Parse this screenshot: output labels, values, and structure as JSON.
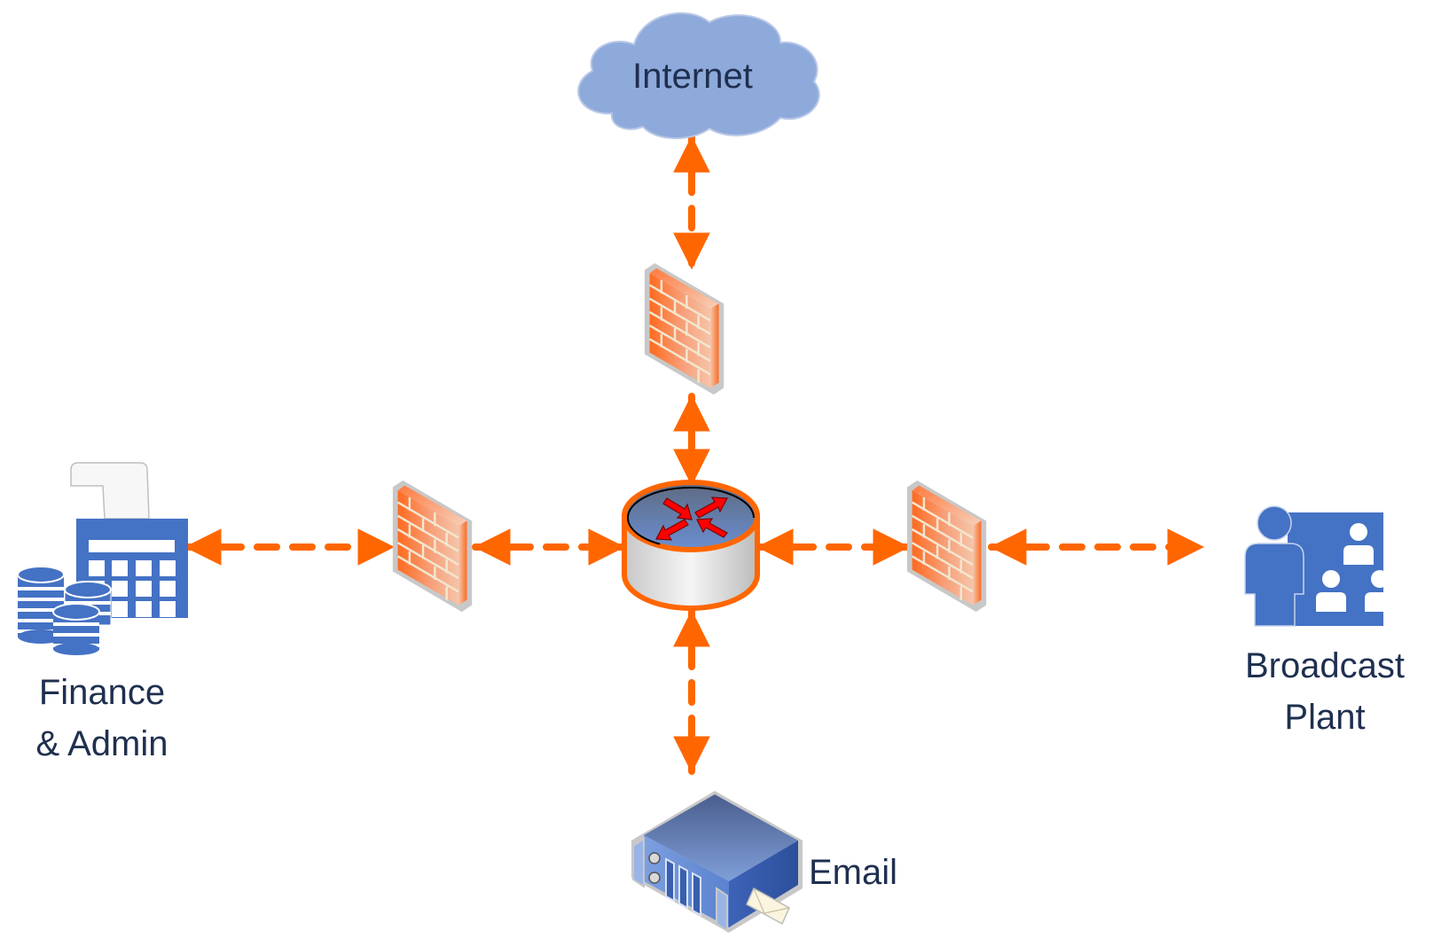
{
  "title": "Network topology with firewalls",
  "colors": {
    "connector": "#ff6600",
    "cloud": "#8eaadb",
    "icon_blue": "#4472c4",
    "label_text": "#1f2f4f",
    "firewall_brick": "#ff7a3d",
    "router_top": "#5a7ab8",
    "router_arrows": "#ff0000"
  },
  "nodes": {
    "internet": {
      "label": "Internet",
      "icon": "cloud-icon"
    },
    "router": {
      "label": "",
      "icon": "router-icon"
    },
    "firewall_top": {
      "icon": "firewall-icon"
    },
    "firewall_left": {
      "icon": "firewall-icon"
    },
    "firewall_right": {
      "icon": "firewall-icon"
    },
    "finance": {
      "label_line1": "Finance",
      "label_line2": "& Admin",
      "icon": "calculator-coins-icon"
    },
    "broadcast": {
      "label_line1": "Broadcast",
      "label_line2": "Plant",
      "icon": "presenter-audience-icon"
    },
    "email": {
      "label": "Email",
      "icon": "mail-server-icon"
    }
  },
  "connections": [
    {
      "from": "internet",
      "to": "firewall_top",
      "style": "dashed",
      "arrows": "both"
    },
    {
      "from": "firewall_top",
      "to": "router",
      "style": "solid",
      "arrows": "both"
    },
    {
      "from": "finance",
      "to": "firewall_left",
      "style": "dashed",
      "arrows": "both"
    },
    {
      "from": "firewall_left",
      "to": "router",
      "style": "dashed",
      "arrows": "both"
    },
    {
      "from": "router",
      "to": "firewall_right",
      "style": "dashed",
      "arrows": "both"
    },
    {
      "from": "firewall_right",
      "to": "broadcast",
      "style": "dashed",
      "arrows": "both"
    },
    {
      "from": "router",
      "to": "email",
      "style": "dashed",
      "arrows": "both"
    }
  ]
}
